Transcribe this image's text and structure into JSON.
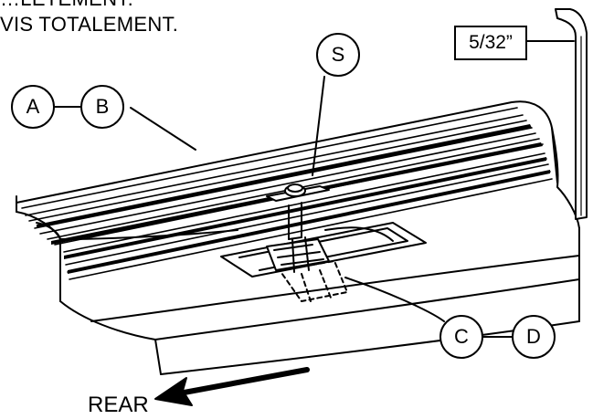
{
  "instructions": {
    "line1": "…LÈTEMENT.",
    "line2": "VIS TOTALEMENT."
  },
  "callouts": {
    "a": "A",
    "b": "B",
    "c": "C",
    "d": "D",
    "s": "S"
  },
  "tool": {
    "size_label": "5/32”",
    "icon": "allen-wrench-icon"
  },
  "direction": {
    "label": "REAR",
    "icon": "arrow-left-icon"
  }
}
